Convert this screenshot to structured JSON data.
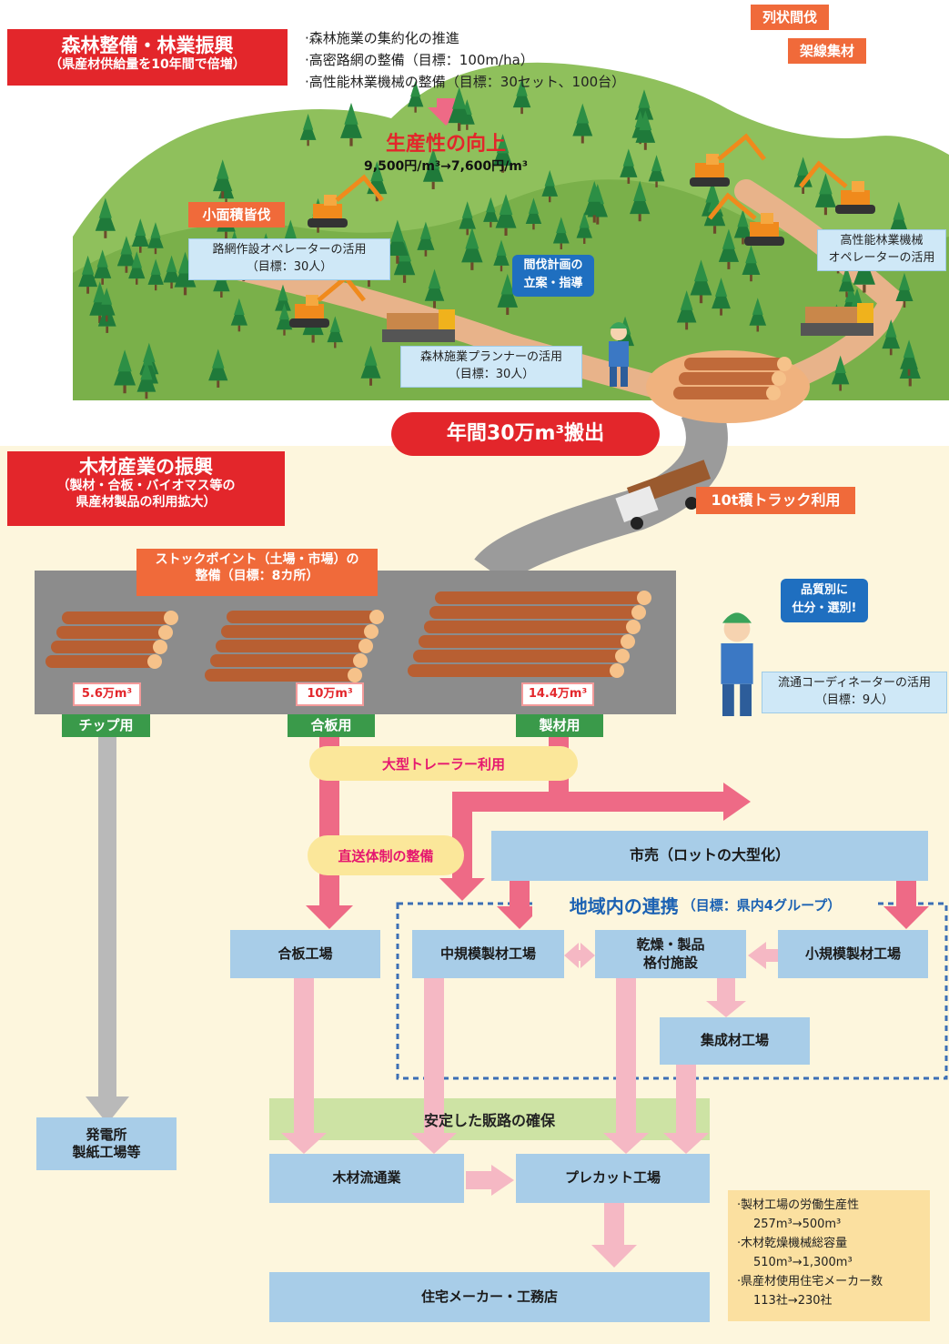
{
  "forest": {
    "title": "森林整備・林業振興",
    "subtitle": "（県産材供給量を10年間で倍増）",
    "bullets": [
      "·森林施業の集約化の推進",
      "·高密路網の整備（目標：100m/ha）",
      "·高性能林業機械の整備（目標：30セット、100台）"
    ],
    "productivity_title": "生産性の向上",
    "productivity_value": "9,500円/m³→7,600円/m³",
    "tag_retsujo": "列状間伐",
    "tag_kasen": "架線集材",
    "tag_shomenseki": "小面積皆伐",
    "operator_road": [
      "路網作設オペレーターの活用",
      "（目標：30人）"
    ],
    "operator_machine": [
      "高性能林業機械",
      "オペレーターの活用"
    ],
    "bubble_plan": [
      "間伐計画の",
      "立案・指導"
    ],
    "planner": [
      "森林施業プランナーの活用",
      "（目標：30人）"
    ],
    "annual_out": "年間30万m³搬出"
  },
  "industry": {
    "title": "木材産業の振興",
    "subtitle_lines": [
      "（製材・合板・バイオマス等の",
      "県産材製品の利用拡大）"
    ],
    "truck_tag": "10t積トラック利用",
    "stockpoint_lines": [
      "ストックポイント（土場・市場）の",
      "整備（目標：8カ所）"
    ],
    "bubble_quality": [
      "品質別に",
      "仕分・選別!"
    ],
    "coordinator": [
      "流通コーディネーターの活用",
      "（目標：9人）"
    ],
    "piles": [
      {
        "volume": "5.6万m³",
        "use": "チップ用"
      },
      {
        "volume": "10万m³",
        "use": "合板用"
      },
      {
        "volume": "14.4万m³",
        "use": "製材用"
      }
    ],
    "trailer": "大型トレーラー利用",
    "direct": "直送体制の整備",
    "ichiuri": "市売（ロットの大型化）",
    "regional_title": "地域内の連携",
    "regional_target": "（目標：県内4グループ）",
    "plywood_factory": "合板工場",
    "mid_sawmill": "中規模製材工場",
    "drying": [
      "乾燥・製品",
      "格付施設"
    ],
    "small_sawmill": "小規模製材工場",
    "glulam": "集成材工場",
    "power": [
      "発電所",
      "製紙工場等"
    ],
    "stable": "安定した販路の確保",
    "distribution": "木材流通業",
    "precut": "プレカット工場",
    "housing": "住宅メーカー・工務店",
    "stats": [
      "·製材工場の労働生産性",
      "257m³→500m³",
      "·木材乾燥機械総容量",
      "510m³→1,300m³",
      "·県産材使用住宅メーカー数",
      "113社→230社"
    ]
  },
  "colors": {
    "red": "#e3262b",
    "pink_arrow": "#ee6a86",
    "light_pink_arrow": "#f5b8c4",
    "gray_arrow": "#b9b9b9",
    "blue_box": "#a8cde8",
    "cream_bg": "#fdf6dd",
    "forest_green": "#3b8a3a"
  },
  "icons": [
    "tree-icon",
    "excavator-icon",
    "worker-icon",
    "log-pile-icon",
    "truck-icon"
  ]
}
